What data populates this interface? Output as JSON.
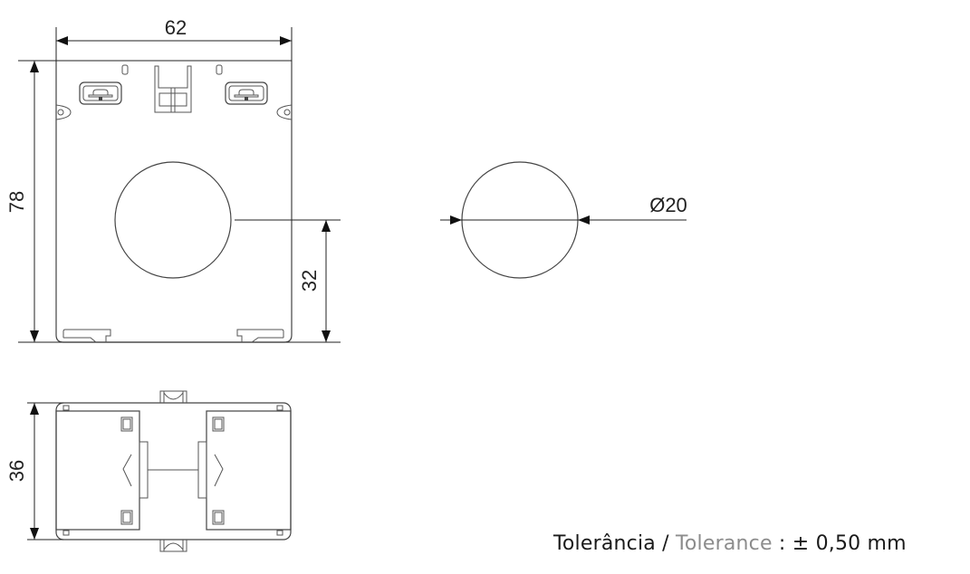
{
  "diagram": {
    "type": "technical-drawing",
    "subject": "current transformer dimensions",
    "colors": {
      "line": "#444444",
      "text": "#222222",
      "english_text": "#8c8c8c",
      "background": "#ffffff"
    },
    "front_view": {
      "width_label": "62",
      "height_label": "78",
      "hole_center_height_label": "32"
    },
    "hole_detail": {
      "diameter_label": "Ø20"
    },
    "bottom_view": {
      "depth_label": "36"
    }
  },
  "tolerance": {
    "label_pt": "Tolerância",
    "separator": "/",
    "label_en": "Tolerance",
    "colon": ":",
    "value": "± 0,50 mm"
  }
}
